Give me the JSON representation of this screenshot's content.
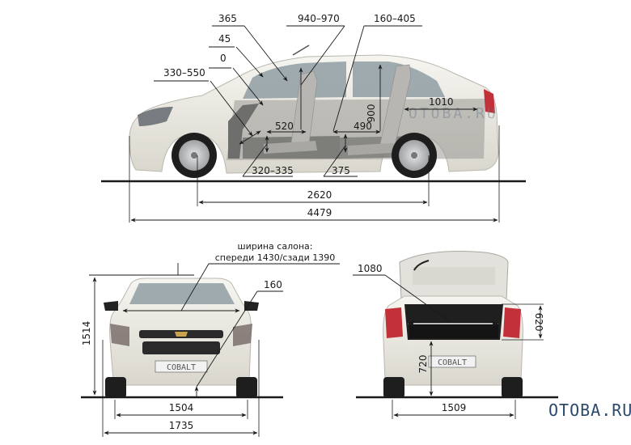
{
  "diagram": {
    "subject": "sedan dimensions",
    "watermark": "OTOBA.RU",
    "plate_text": "COBALT",
    "colors": {
      "body": "#ecebe4",
      "body_shade": "#cfcdc3",
      "glass": "#8f9ea3",
      "interior": "#6e6e6c",
      "tire": "#1e1e1e",
      "rim": "#c9ccce",
      "lamp_red": "#c2303a",
      "watermark": "#2b4a6b",
      "line": "#1a1a1a"
    }
  },
  "side_view": {
    "labels": {
      "d365": "365",
      "d45": "45",
      "d0": "0",
      "d330_550": "330–550",
      "d940_970": "940–970",
      "d160_405": "160–405",
      "d520": "520",
      "d490": "490",
      "d900": "900",
      "d1010": "1010",
      "d320_335": "320–335",
      "d375": "375",
      "wheelbase": "2620",
      "length": "4479"
    }
  },
  "front_view": {
    "labels": {
      "cabin_width_title": "ширина салона:",
      "cabin_width_values": "спереди 1430/сзади 1390",
      "ground_clearance": "160",
      "height": "1514",
      "track_front": "1504",
      "width": "1735"
    }
  },
  "rear_view": {
    "labels": {
      "trunk_width": "1080",
      "trunk_height": "620",
      "sill_height": "720",
      "track_rear": "1509"
    }
  }
}
